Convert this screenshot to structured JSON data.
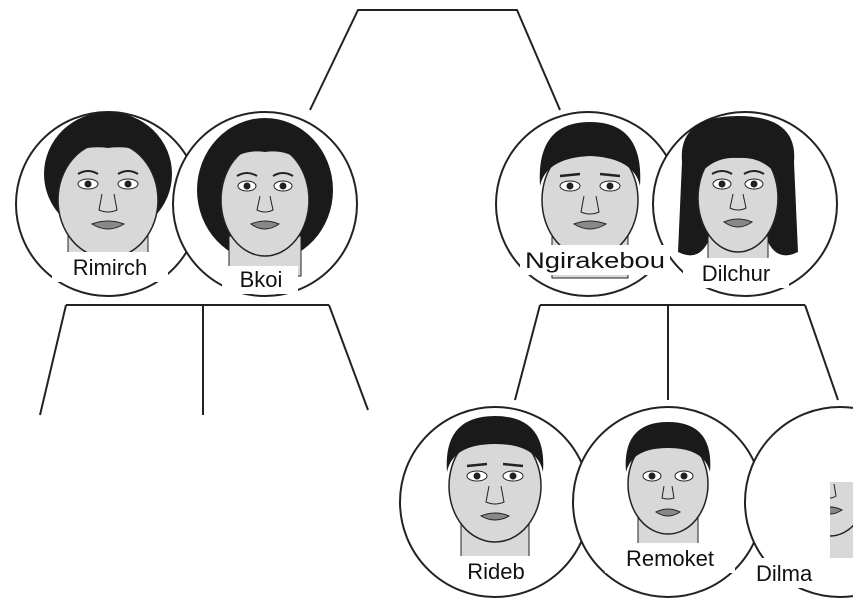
{
  "people": {
    "rimirch": {
      "name": "Rimirch"
    },
    "bkoi": {
      "name": "Bkoi"
    },
    "ngirakebou": {
      "name": "Ngirakebou"
    },
    "dilchur": {
      "name": "Dilchur"
    },
    "rideb": {
      "name": "Rideb"
    },
    "remoket": {
      "name": "Remoket"
    },
    "dilma": {
      "name": "Dilma"
    }
  },
  "colors": {
    "line": "#222222",
    "hair": "#1a1a1a",
    "skin": "#d8d8d8",
    "background": "#ffffff"
  }
}
